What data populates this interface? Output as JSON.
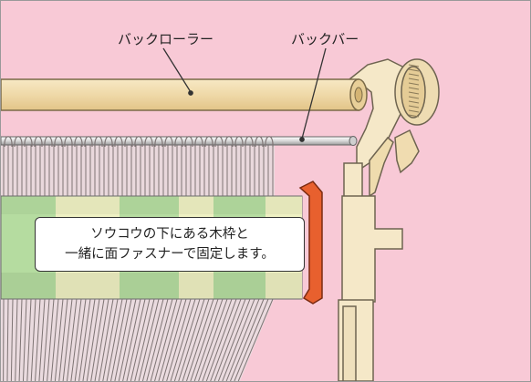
{
  "labels": {
    "back_roller": "バックローラー",
    "back_bar": "バックバー"
  },
  "callout": {
    "line1": "ソウコウの下にある木枠と",
    "line2": "一緒に面ファスナーで固定します。"
  },
  "colors": {
    "background": "#f8c9d6",
    "roller": "#f0dcb0",
    "frame": "#f5e8c8",
    "warp_threads": "#9a8f8f",
    "stripe_green": "#b5dca0",
    "stripe_cream": "#f0f0c0",
    "fastener": "#e8602e",
    "bar": "#e0e0e0"
  }
}
